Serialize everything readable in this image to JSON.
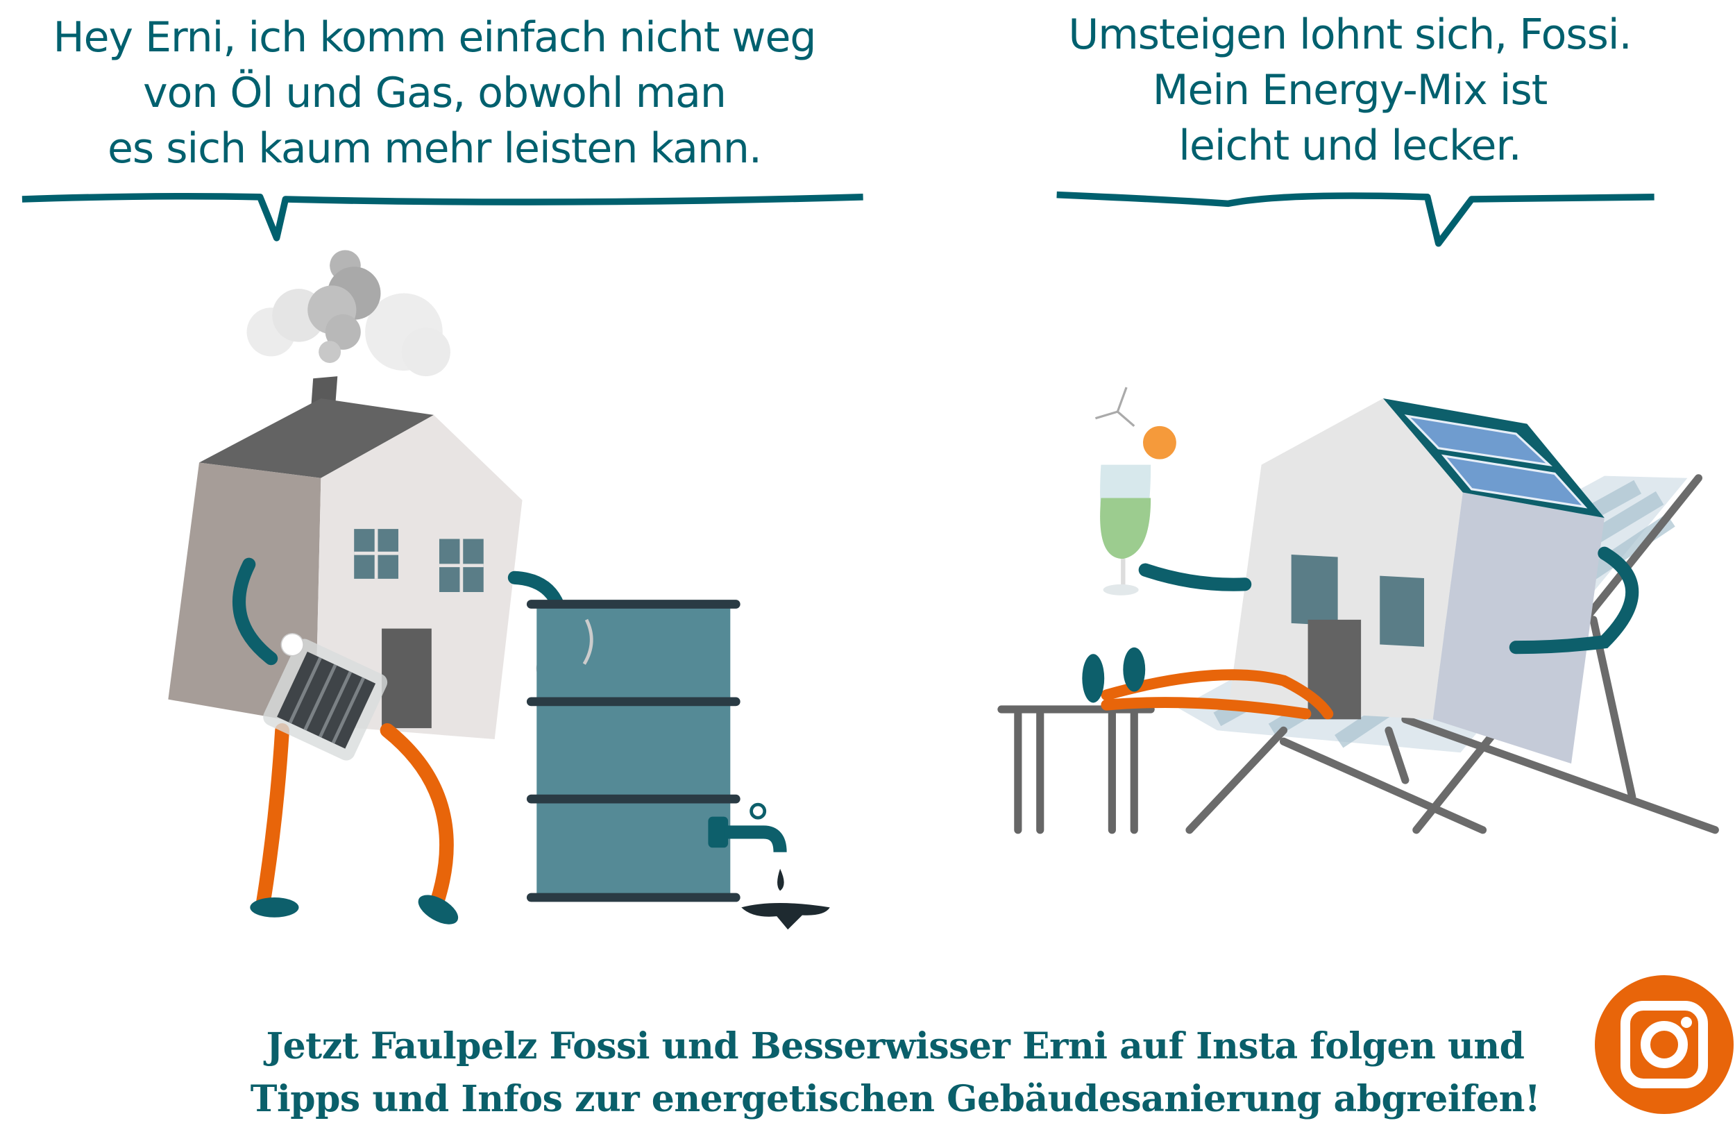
{
  "speech_left": {
    "lines": [
      "Hey Erni, ich komm einfach nicht weg",
      "von Öl und Gas, obwohl man",
      "es sich kaum mehr leisten kann."
    ]
  },
  "speech_right": {
    "lines": [
      "Umsteigen lohnt sich, Fossi.",
      "Mein Energy-Mix ist",
      "leicht und lecker."
    ]
  },
  "footer": {
    "lines": [
      "Jetzt Faulpelz Fossi und Besserwisser Erni auf Insta folgen und",
      "Tipps und Infos zur energetischen Gebäudesanierung abgreifen!"
    ]
  },
  "social": {
    "icon": "instagram-icon"
  },
  "colors": {
    "text_teal": "#00606e",
    "accent_orange": "#e8650a",
    "barrel": "#558a96",
    "house_light": "#e8e4e3"
  }
}
